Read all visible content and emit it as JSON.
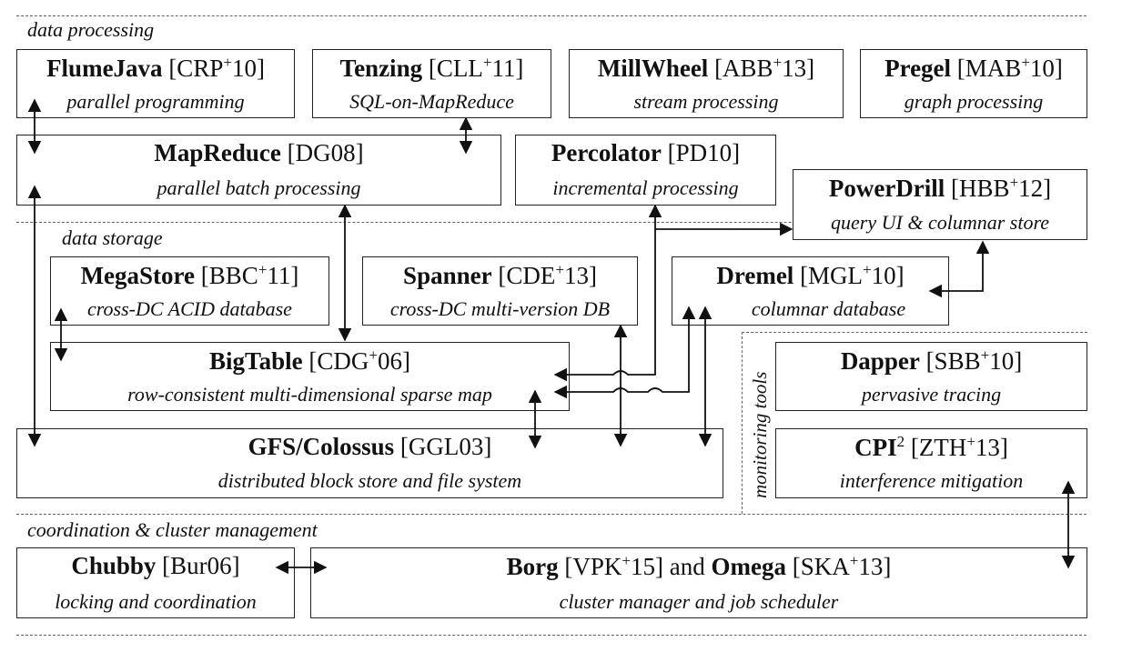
{
  "sections": {
    "data_processing": "data processing",
    "data_storage": "data storage",
    "monitoring_tools": "monitoring tools",
    "coordination": "coordination & cluster management"
  },
  "boxes": {
    "flumejava": {
      "name": "FlumeJava",
      "ref_pre": "[CRP",
      "ref_sup": "+",
      "ref_post": "10]",
      "desc": "parallel programming"
    },
    "tenzing": {
      "name": "Tenzing",
      "ref_pre": "[CLL",
      "ref_sup": "+",
      "ref_post": "11]",
      "desc": "SQL-on-MapReduce"
    },
    "millwheel": {
      "name": "MillWheel",
      "ref_pre": "[ABB",
      "ref_sup": "+",
      "ref_post": "13]",
      "desc": "stream processing"
    },
    "pregel": {
      "name": "Pregel",
      "ref_pre": "[MAB",
      "ref_sup": "+",
      "ref_post": "10]",
      "desc": "graph processing"
    },
    "mapreduce": {
      "name": "MapReduce",
      "ref_pre": "[DG08]",
      "ref_sup": "",
      "ref_post": "",
      "desc": "parallel batch processing"
    },
    "percolator": {
      "name": "Percolator",
      "ref_pre": "[PD10]",
      "ref_sup": "",
      "ref_post": "",
      "desc": "incremental processing"
    },
    "powerdrill": {
      "name": "PowerDrill",
      "ref_pre": "[HBB",
      "ref_sup": "+",
      "ref_post": "12]",
      "desc": "query UI & columnar store"
    },
    "megastore": {
      "name": "MegaStore",
      "ref_pre": "[BBC",
      "ref_sup": "+",
      "ref_post": "11]",
      "desc": "cross-DC ACID database"
    },
    "spanner": {
      "name": "Spanner",
      "ref_pre": "[CDE",
      "ref_sup": "+",
      "ref_post": "13]",
      "desc": "cross-DC multi-version DB"
    },
    "dremel": {
      "name": "Dremel",
      "ref_pre": "[MGL",
      "ref_sup": "+",
      "ref_post": "10]",
      "desc": "columnar database"
    },
    "bigtable": {
      "name": "BigTable",
      "ref_pre": "[CDG",
      "ref_sup": "+",
      "ref_post": "06]",
      "desc": "row-consistent multi-dimensional sparse map"
    },
    "gfs": {
      "name": "GFS/Colossus",
      "ref_pre": "[GGL03]",
      "ref_sup": "",
      "ref_post": "",
      "desc": "distributed block store and file system"
    },
    "dapper": {
      "name": "Dapper",
      "ref_pre": "[SBB",
      "ref_sup": "+",
      "ref_post": "10]",
      "desc": "pervasive tracing"
    },
    "cpi2": {
      "name": "CPI",
      "name_sup": "2",
      "ref_pre": "[ZTH",
      "ref_sup": "+",
      "ref_post": "13]",
      "desc": "interference mitigation"
    },
    "chubby": {
      "name": "Chubby",
      "ref_pre": "[Bur06]",
      "ref_sup": "",
      "ref_post": "",
      "desc": "locking and coordination"
    },
    "borg": {
      "name": "Borg",
      "ref_pre": "[VPK",
      "ref_sup": "+",
      "ref_post": "15]",
      "joiner": "and",
      "name2": "Omega",
      "ref2_pre": "[SKA",
      "ref2_sup": "+",
      "ref2_post": "13]",
      "desc": "cluster manager and job scheduler"
    }
  }
}
